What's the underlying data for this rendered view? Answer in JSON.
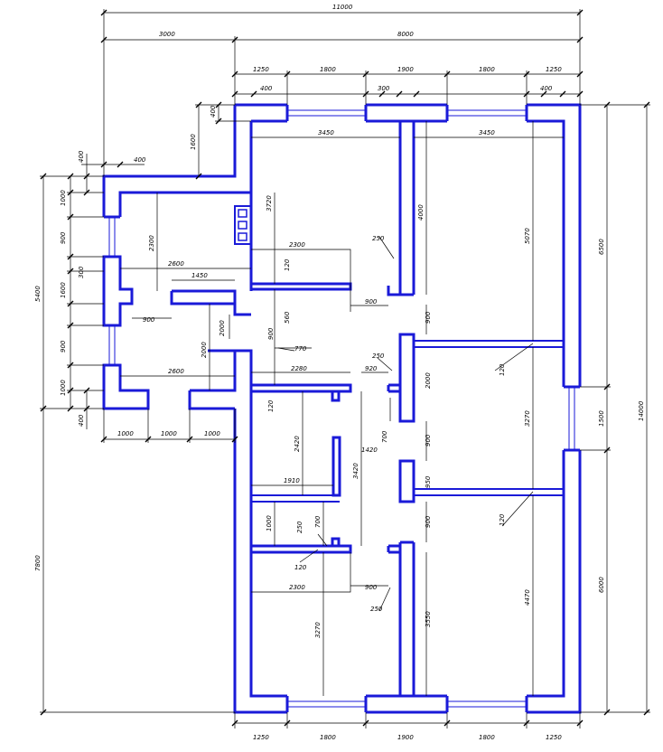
{
  "drawing": {
    "line_color": "#1a1ad8",
    "dim_color": "#000000",
    "background": "#ffffff"
  },
  "dims": {
    "overall_width": "11000",
    "upper_left": "3000",
    "upper_right": "8000",
    "top": [
      "1250",
      "1800",
      "1900",
      "1800",
      "1250"
    ],
    "bottom": [
      "1250",
      "1800",
      "1900",
      "1800",
      "1250"
    ],
    "top_small": [
      "400",
      "300",
      "400"
    ],
    "wing_left_400": "400",
    "left_v": [
      "1600",
      "400"
    ],
    "wing_v": [
      "400",
      "1000",
      "900",
      "300",
      "1600",
      "900",
      "1000",
      "400"
    ],
    "wing_5400": "5400",
    "wing_7800": "7800",
    "wing_bottom": [
      "1000",
      "1000",
      "1000"
    ],
    "right_outer": [
      "6500",
      "1500",
      "6000"
    ],
    "right_total": "14000",
    "right_inner": [
      "5070",
      "3270",
      "4470"
    ],
    "room_top": [
      "3450",
      "3450"
    ],
    "r_3720": "3720",
    "r_4000": "4000",
    "r_2300a": "2300",
    "r_2600a": "2600",
    "r_1450": "1450",
    "r_2300b": "2300",
    "r_900a": "900",
    "r_2000a": "2000",
    "r_2000b": "2000",
    "r_2600b": "2600",
    "r_900b": "900",
    "r_250a": "250",
    "r_120a": "120",
    "r_560": "560",
    "r_900c": "900",
    "r_900d": "900",
    "r_770": "770",
    "r_250b": "250",
    "r_2280": "2280",
    "r_920": "920",
    "r_120b": "120",
    "r_2000c": "2000",
    "r_120c": "120",
    "r_700a": "700",
    "r_1420": "1420",
    "r_900e": "900",
    "r_950": "950",
    "r_2420": "2420",
    "r_3420": "3420",
    "r_1910": "1910",
    "r_120d": "120",
    "r_1000": "1000",
    "r_250c": "250",
    "r_700b": "700",
    "r_900f": "900",
    "r_120e": "120",
    "r_2300c": "2300",
    "r_900g": "900",
    "r_250d": "250",
    "r_3270": "3270",
    "r_3550": "3550"
  }
}
